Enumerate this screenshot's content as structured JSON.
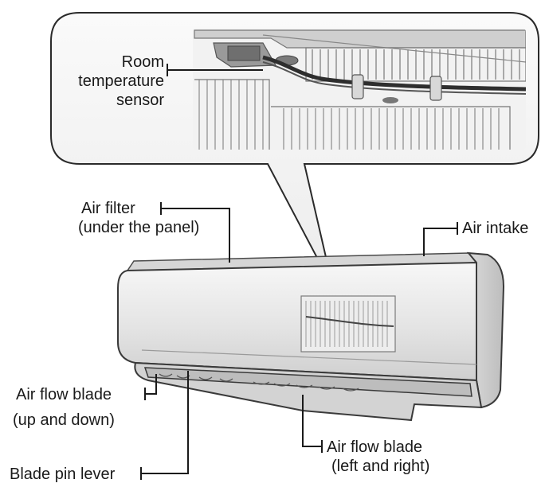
{
  "labels": {
    "room_sensor": [
      "Room",
      "temperature",
      "sensor"
    ],
    "air_filter": [
      "Air filter",
      "(under the panel)"
    ],
    "air_intake": "Air intake",
    "airflow_updown": [
      "Air flow blade",
      "(up and down)"
    ],
    "airflow_leftright": [
      "Air flow blade",
      "(left and right)"
    ],
    "blade_pin": "Blade pin lever"
  },
  "colors": {
    "line": "#1a1a1a",
    "unit_body": "#e9e9e9",
    "unit_shadow": "#b5b5b5",
    "callout_bg": "#f4f4f4"
  }
}
